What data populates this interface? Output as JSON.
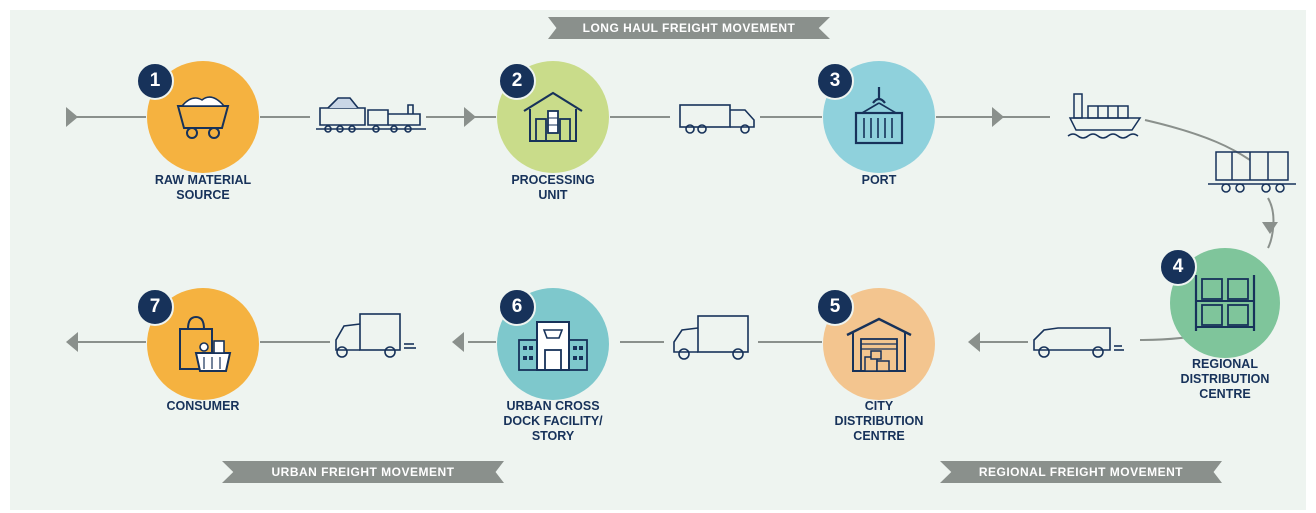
{
  "banners": {
    "long_haul": "LONG HAUL FREIGHT MOVEMENT",
    "urban": "URBAN FREIGHT MOVEMENT",
    "regional": "REGIONAL FREIGHT MOVEMENT"
  },
  "nodes": [
    {
      "num": "1",
      "label": "RAW MATERIAL\nSOURCE",
      "icon": "mine-cart-icon",
      "color": "#f5b240"
    },
    {
      "num": "2",
      "label": "PROCESSING\nUNIT",
      "icon": "factory-icon",
      "color": "#c9dc8a"
    },
    {
      "num": "3",
      "label": "PORT",
      "icon": "crane-container-icon",
      "color": "#8fd1dc"
    },
    {
      "num": "4",
      "label": "REGIONAL\nDISTRIBUTION\nCENTRE",
      "icon": "warehouse-shelves-icon",
      "color": "#7fc59b"
    },
    {
      "num": "5",
      "label": "CITY\nDISTRIBUTION\nCENTRE",
      "icon": "warehouse-icon",
      "color": "#f3c58f"
    },
    {
      "num": "6",
      "label": "URBAN CROSS\nDOCK FACILITY/\nSTORY",
      "icon": "store-icon",
      "color": "#7ec8cc"
    },
    {
      "num": "7",
      "label": "CONSUMER",
      "icon": "shopping-bag-icon",
      "color": "#f5b240"
    }
  ],
  "colors": {
    "navy": "#17325a",
    "line": "#8a908c"
  }
}
